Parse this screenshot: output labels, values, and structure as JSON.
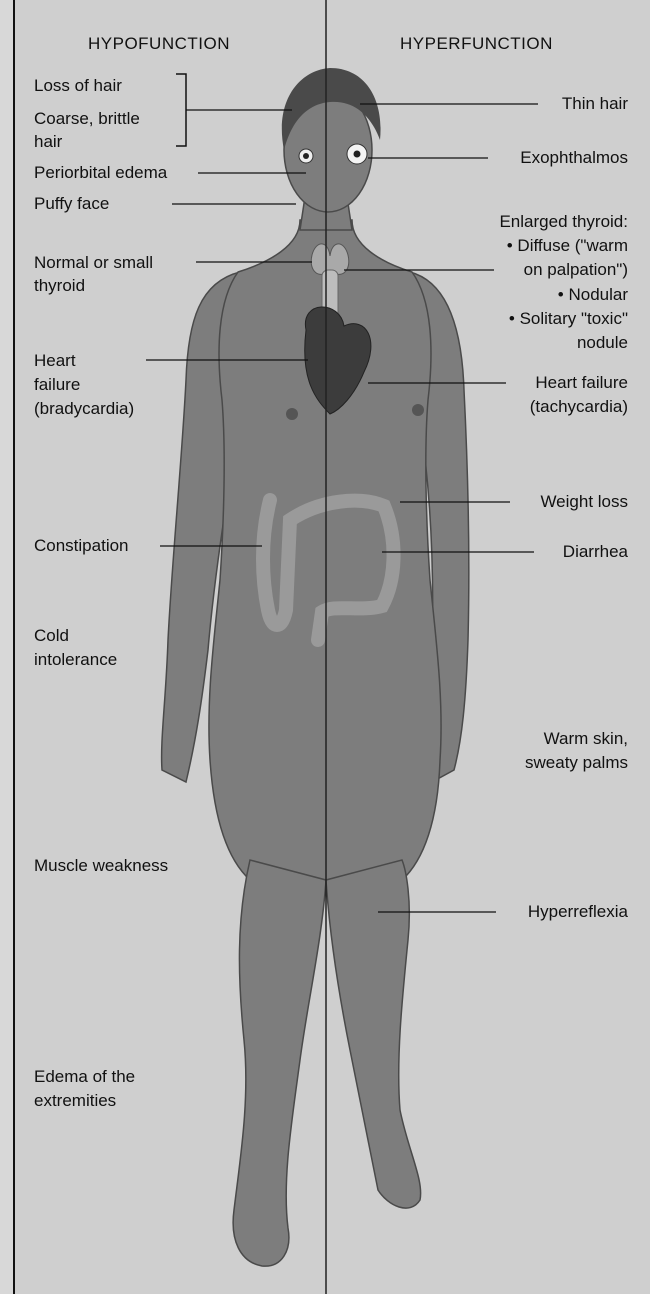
{
  "headers": {
    "hypo": "HYPOFUNCTION",
    "hyper": "HYPERFUNCTION"
  },
  "hypofunction": {
    "loss_of_hair": "Loss of hair",
    "coarse_hair_1": "Coarse, brittle",
    "coarse_hair_2": "hair",
    "periorbital_edema": "Periorbital edema",
    "puffy_face": "Puffy face",
    "small_thyroid_1": "Normal or small",
    "small_thyroid_2": "thyroid",
    "heart_failure_1": "Heart",
    "heart_failure_2": "failure",
    "heart_failure_3": "(bradycardia)",
    "constipation": "Constipation",
    "cold_1": "Cold",
    "cold_2": "intolerance",
    "muscle_weakness": "Muscle weakness",
    "edema_1": "Edema of the",
    "edema_2": "extremities"
  },
  "hyperfunction": {
    "thin_hair": "Thin hair",
    "exophthalmos": "Exophthalmos",
    "enlarged_thyroid": "Enlarged thyroid:",
    "diffuse_1": "• Diffuse (\"warm",
    "diffuse_2": "on palpation\")",
    "nodular": "• Nodular",
    "solitary_1": "• Solitary \"toxic\"",
    "solitary_2": "nodule",
    "heart_failure_1": "Heart failure",
    "heart_failure_2": "(tachycardia)",
    "weight_loss": "Weight loss",
    "diarrhea": "Diarrhea",
    "warm_skin_1": "Warm skin,",
    "warm_skin_2": "sweaty palms",
    "hyperreflexia": "Hyperreflexia"
  }
}
